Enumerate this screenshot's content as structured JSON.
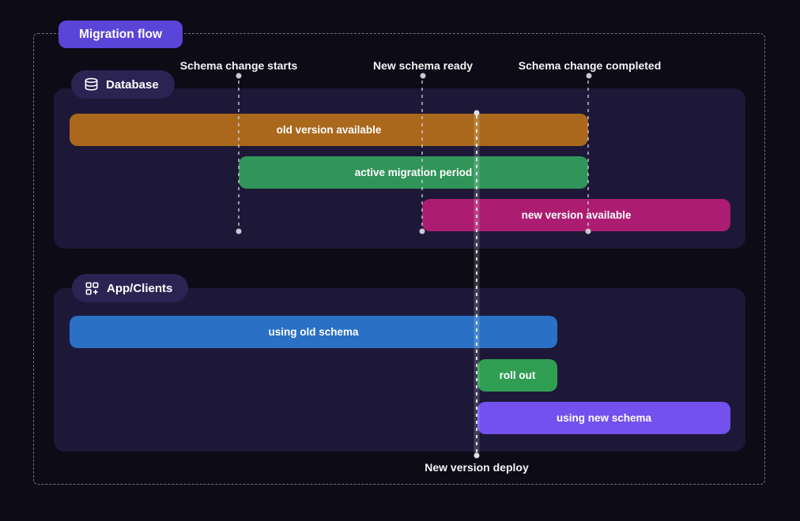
{
  "frame": {
    "title": "Migration flow",
    "title_bg": "#5b45d8",
    "border_color": "#9696a2",
    "page_bg": "#0d0b15",
    "panel_bg": "#1d1837",
    "badge_bg": "#2b2351"
  },
  "milestones": [
    {
      "label": "Schema change starts"
    },
    {
      "label": "New schema ready"
    },
    {
      "label": "Schema change completed"
    }
  ],
  "deploy": {
    "label": "New version deploy"
  },
  "lanes": {
    "database": {
      "label": "Database",
      "icon": "database-icon",
      "bars": {
        "old": {
          "label": "old version available",
          "color": "#aa681c"
        },
        "active": {
          "label": "active migration period",
          "color": "#31955a"
        },
        "new": {
          "label": "new version available",
          "color": "#ac1d72"
        }
      }
    },
    "app": {
      "label": "App/Clients",
      "icon": "apps-icon",
      "bars": {
        "old": {
          "label": "using old schema",
          "color": "#2a70c5"
        },
        "rollout": {
          "label": "roll out",
          "color": "#2f9e52"
        },
        "new": {
          "label": "using new schema",
          "color": "#7251ee"
        }
      }
    }
  }
}
